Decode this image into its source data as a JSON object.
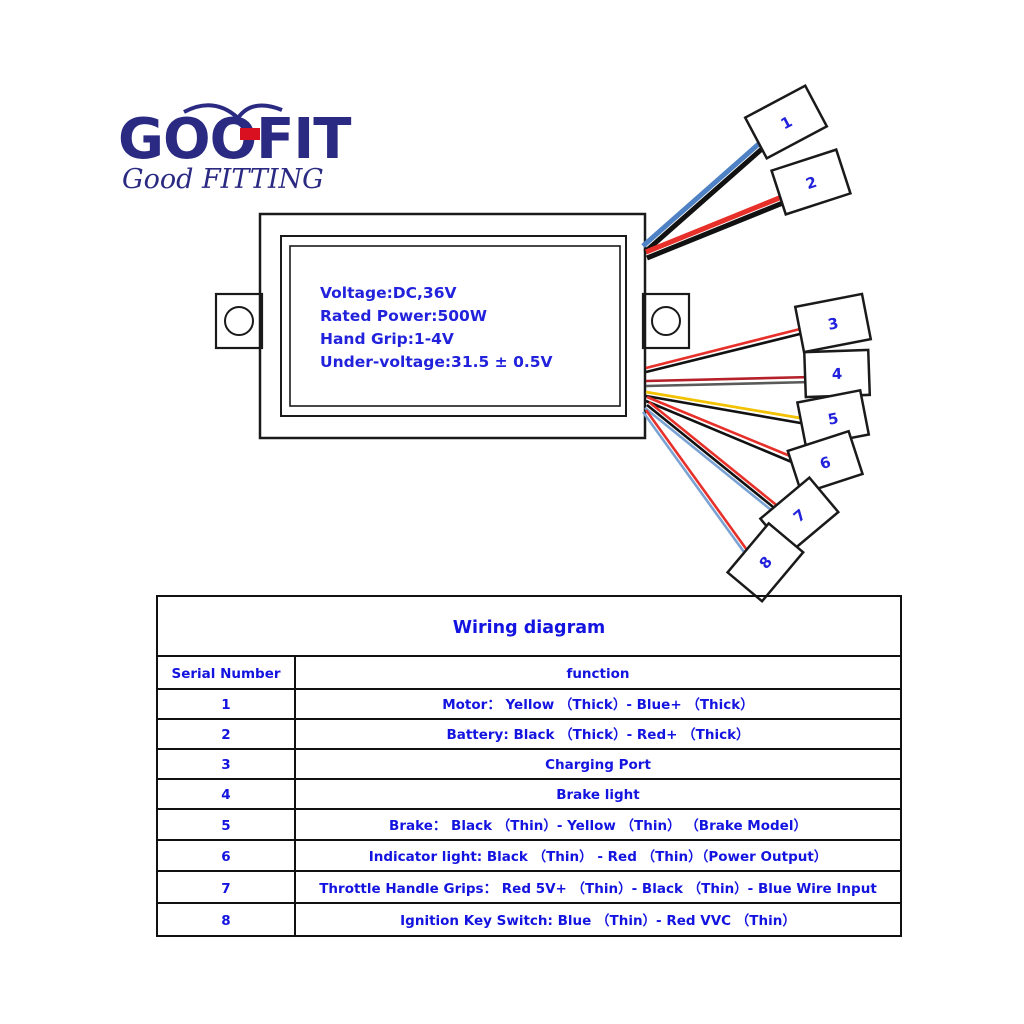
{
  "logo": {
    "brand": "GOOFIT",
    "tagline": "Good FITTING",
    "brand_color_dark": "#2a2a82",
    "brand_color_accent": "#d81020"
  },
  "controller": {
    "specs": [
      "Voltage:DC,36V",
      "Rated Power:500W",
      "Hand  Grip:1-4V",
      "Under-voltage:31.5 ± 0.5V"
    ]
  },
  "callouts": [
    {
      "label": "1",
      "wires": "blue + black (thick)"
    },
    {
      "label": "2",
      "wires": "red + black (thick)"
    },
    {
      "label": "3",
      "wires": "red + black (thin)"
    },
    {
      "label": "4",
      "wires": "red + gray (thin)"
    },
    {
      "label": "5",
      "wires": "yellow + black (thin)"
    },
    {
      "label": "6",
      "wires": "red + black (thin)"
    },
    {
      "label": "7",
      "wires": "red + black + blue (thin)"
    },
    {
      "label": "8",
      "wires": "blue + red (thin)"
    }
  ],
  "table": {
    "title": "Wiring diagram",
    "headers": [
      "Serial  Number",
      "function"
    ],
    "rows": [
      {
        "serial": "1",
        "function": "Motor： Yellow （Thick）- Blue+ （Thick）"
      },
      {
        "serial": "2",
        "function": "Battery:  Black （Thick）- Red+ （Thick）"
      },
      {
        "serial": "3",
        "function": "Charging Port"
      },
      {
        "serial": "4",
        "function": "Brake light"
      },
      {
        "serial": "5",
        "function": "Brake： Black （Thin）- Yellow （Thin） （Brake Model）"
      },
      {
        "serial": "6",
        "function": "Indicator light:  Black （Thin） - Red （Thin）（Power Output）"
      },
      {
        "serial": "7",
        "function": "Throttle Handle Grips： Red 5V+  （Thin）- Black （Thin）- Blue Wire Input"
      },
      {
        "serial": "8",
        "function": "Ignition Key Switch: Blue （Thin）- Red VVC （Thin）"
      }
    ]
  },
  "colors": {
    "text_blue": "#1414e0",
    "wire_red": "#e8302a",
    "wire_black": "#111111",
    "wire_blue": "#6e9fd8",
    "wire_blue_dark": "#2b5fa8",
    "wire_yellow": "#f2c200",
    "wire_gray": "#5a5a5a",
    "outline": "#1a1a1a"
  }
}
